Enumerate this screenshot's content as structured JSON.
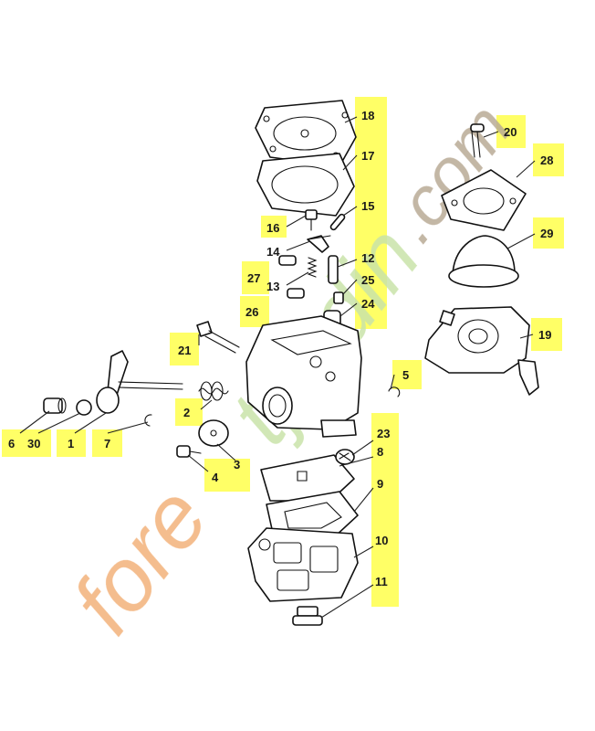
{
  "colors": {
    "highlight": "#ffff66",
    "watermark_orange": "#f3b27a",
    "watermark_green": "#c9e3a9",
    "watermark_brown": "#b9aa95"
  },
  "watermark": {
    "text": "foretjardin.com",
    "part1": "fore",
    "part2": "tjardin",
    "part3": ".com"
  },
  "callouts": [
    {
      "id": "c18",
      "label": "18"
    },
    {
      "id": "c17",
      "label": "17"
    },
    {
      "id": "c15",
      "label": "15"
    },
    {
      "id": "c16",
      "label": "16"
    },
    {
      "id": "c14",
      "label": "14"
    },
    {
      "id": "c12",
      "label": "12"
    },
    {
      "id": "c27",
      "label": "27"
    },
    {
      "id": "c13",
      "label": "13"
    },
    {
      "id": "c25",
      "label": "25"
    },
    {
      "id": "c26",
      "label": "26"
    },
    {
      "id": "c24",
      "label": "24"
    },
    {
      "id": "c20",
      "label": "20"
    },
    {
      "id": "c28",
      "label": "28"
    },
    {
      "id": "c29",
      "label": "29"
    },
    {
      "id": "c19",
      "label": "19"
    },
    {
      "id": "c21",
      "label": "21"
    },
    {
      "id": "c5",
      "label": "5"
    },
    {
      "id": "c2",
      "label": "2"
    },
    {
      "id": "c23",
      "label": "23"
    },
    {
      "id": "c8",
      "label": "8"
    },
    {
      "id": "c6",
      "label": "6"
    },
    {
      "id": "c30",
      "label": "30"
    },
    {
      "id": "c1",
      "label": "1"
    },
    {
      "id": "c7",
      "label": "7"
    },
    {
      "id": "c3",
      "label": "3"
    },
    {
      "id": "c4",
      "label": "4"
    },
    {
      "id": "c9",
      "label": "9"
    },
    {
      "id": "c10",
      "label": "10"
    },
    {
      "id": "c11",
      "label": "11"
    }
  ]
}
